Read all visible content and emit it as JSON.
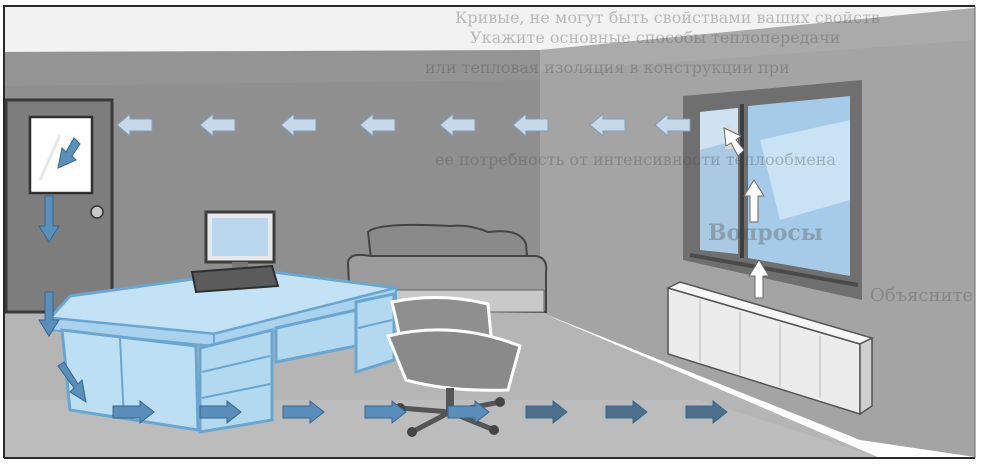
{
  "figure": {
    "description_visible_text": "none",
    "colors": {
      "frame": "#2a2a2a",
      "ceiling": "#f1f1f1",
      "left_wall": "#8c8c8c",
      "right_wall": "#a2a2a2",
      "floor": "#b2b2b2",
      "furniture_blue": "#b9ddf2",
      "furniture_outline": "#6ea8d0",
      "sky": "#a9cde9",
      "window_frame": "#6e6e6e",
      "radiator": "#ececec",
      "arrow_warm": "#c3d6e6",
      "arrow_cool": "#4f86b4"
    },
    "arrow_flows": [
      {
        "name": "warm-air-along-ceiling",
        "direction": "right-to-left",
        "count": 8
      },
      {
        "name": "air-down-along-door",
        "direction": "downward",
        "count": 3
      },
      {
        "name": "cool-air-along-floor",
        "direction": "left-to-right",
        "count": 8
      },
      {
        "name": "air-up-from-radiator",
        "direction": "upward",
        "count": 3
      }
    ]
  },
  "bleed_through": [
    {
      "text": "Кривые, не могут быть свойствами ваших свойств"
    },
    {
      "text": "Укажите основные способы теплопередачи"
    },
    {
      "text": "или тепловая изоляция в конструкции при"
    },
    {
      "text": "ее потребность от интенсивности теплообмена"
    },
    {
      "text": "Вопросы"
    },
    {
      "text": "Объясните"
    }
  ]
}
